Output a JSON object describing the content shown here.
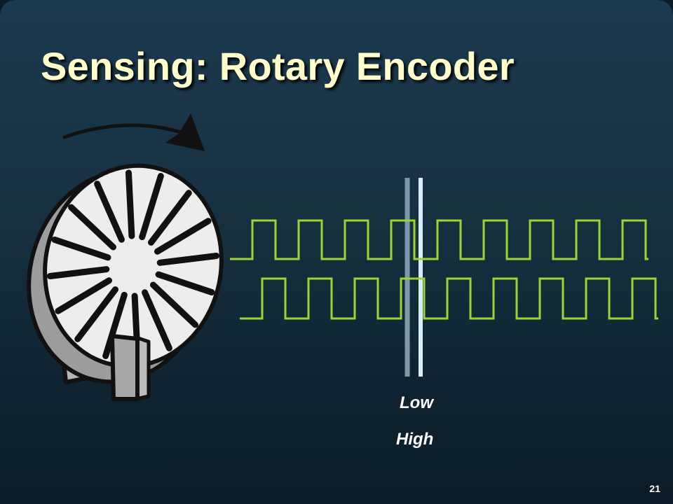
{
  "slide": {
    "title": "Sensing: Rotary Encoder",
    "page_number": "21"
  },
  "diagram": {
    "spoke_count": 16,
    "labels": {
      "low": "Low",
      "high": "High"
    },
    "signals": [
      {
        "id": "channel-a",
        "cycles": 9
      },
      {
        "id": "channel-b",
        "cycles": 9
      }
    ],
    "colors": {
      "signal": "#99d633",
      "low_line": "#7f97aa",
      "high_line": "#d6eeff",
      "wheel": "#ededed",
      "spoke": "#111111",
      "arrow": "#111111"
    }
  }
}
